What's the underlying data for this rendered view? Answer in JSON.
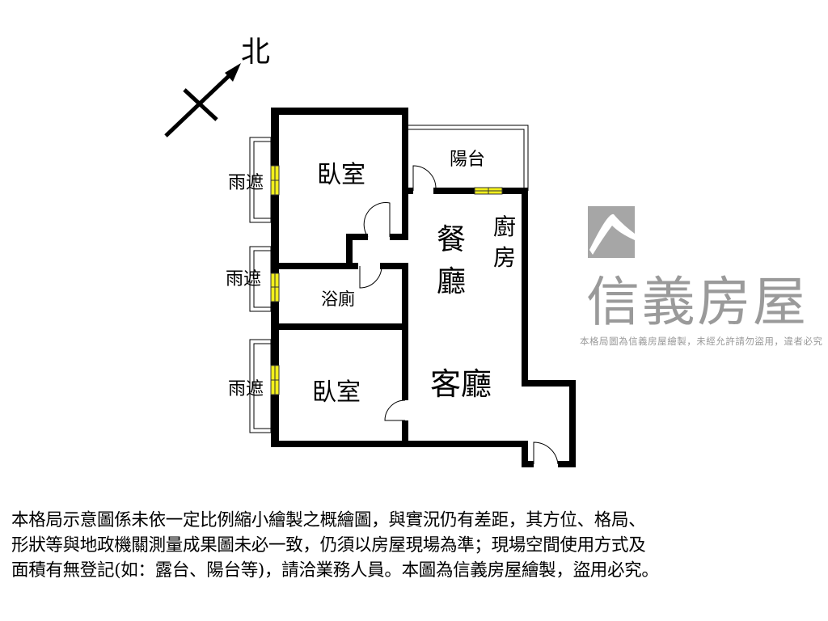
{
  "compass": {
    "label": "北"
  },
  "rooms": {
    "bedroom_top": "臥室",
    "balcony": "陽台",
    "kitchen_1": "廚",
    "kitchen_2": "房",
    "dining_1": "餐",
    "dining_2": "廳",
    "bathroom": "浴廁",
    "bedroom_bottom": "臥室",
    "living": "客廳",
    "awning_1": "雨遮",
    "awning_2": "雨遮",
    "awning_3": "雨遮"
  },
  "watermark": {
    "brand": "信義房屋",
    "notice": "本格局圖為信義房屋繪製，未經允許請勿盜用，違者必究"
  },
  "colors": {
    "wall": "#000000",
    "window": "#f2ef1c",
    "watermark": "#9a9a9a"
  },
  "disclaimer": [
    "本格局示意圖係未依一定比例縮小繪製之概繪圖，與實況仍有差距，其方位、格局、",
    "形狀等與地政機關測量成果圖未必一致，仍須以房屋現場為準；現場空間使用方式及",
    "面積有無登記(如：露台、陽台等)，請洽業務人員。本圖為信義房屋繪製，盜用必究。"
  ]
}
